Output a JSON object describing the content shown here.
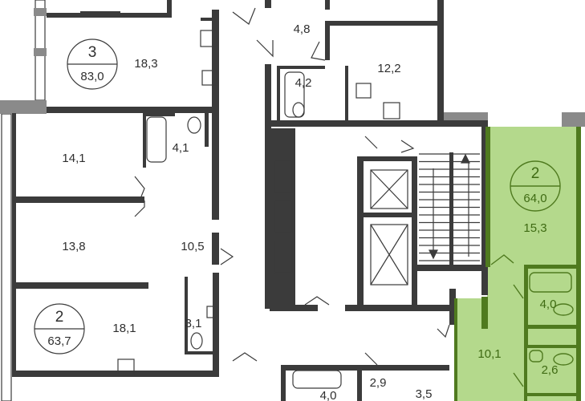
{
  "colors": {
    "highlight_fill": "#b4d98c",
    "highlight_wall": "#4f7a1f",
    "wall": "#3b3b3b",
    "text": "#2f2f2f",
    "highlight_text": "#3f6b13"
  },
  "apartments": [
    {
      "rooms": "3",
      "total_area": "83,0"
    },
    {
      "rooms": "2",
      "total_area": "63,7"
    },
    {
      "rooms": "2",
      "total_area": "64,0",
      "highlighted": true
    }
  ],
  "room_areas": {
    "a1_kitchen": "18,3",
    "a1_room": "14,1",
    "a1_bath": "4,1",
    "a1_room2": "13,8",
    "a1_hall": "10,5",
    "top_hall": "4,8",
    "top_kitchen": "12,2",
    "top_bath": "4,2",
    "a2_room": "18,1",
    "a2_wc": "3,1",
    "g_room": "15,3",
    "g_bath": "4,0",
    "g_hall": "10,1",
    "g_wc": "2,6",
    "b_wc": "2,9",
    "b_bath": "4,0",
    "b_room": "3,5"
  }
}
